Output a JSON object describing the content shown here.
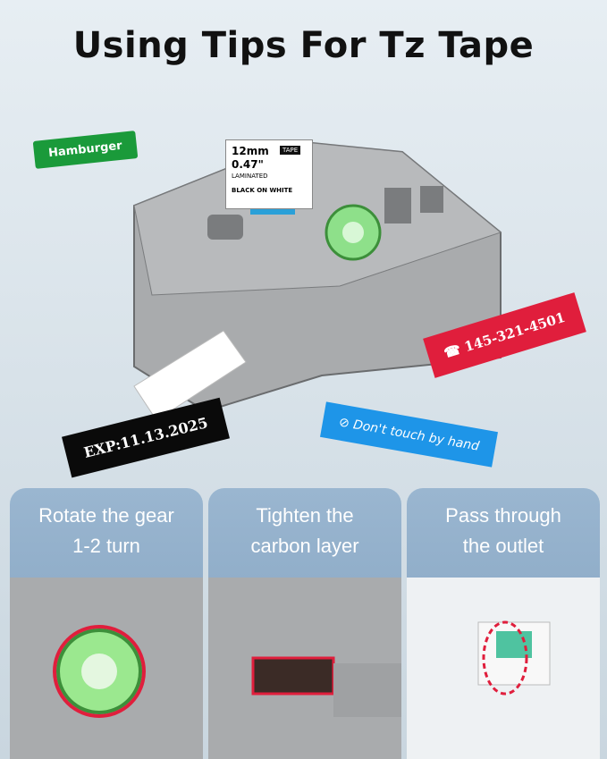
{
  "title": "Using Tips For Tz Tape",
  "cartridge": {
    "size": "12mm",
    "inch": "0.47\"",
    "type": "LAMINATED",
    "color": "BLACK ON WHITE",
    "tag": "TAPE"
  },
  "labels": {
    "green": "Hamburger",
    "red": "☎ 145-321-4501",
    "blue": "⊘ Don't touch by hand",
    "black": "EXP:11.13.2025"
  },
  "panels": [
    {
      "line1": "Rotate the gear",
      "line2": "1-2 turn"
    },
    {
      "line1": "Tighten the",
      "line2": "carbon layer"
    },
    {
      "line1": "Pass through",
      "line2": "the outlet"
    }
  ],
  "colors": {
    "green": "#1a9a3a",
    "red": "#e01e3c",
    "blue": "#1e95e8",
    "black": "#0a0a0a",
    "gear": "#8ee08a"
  }
}
